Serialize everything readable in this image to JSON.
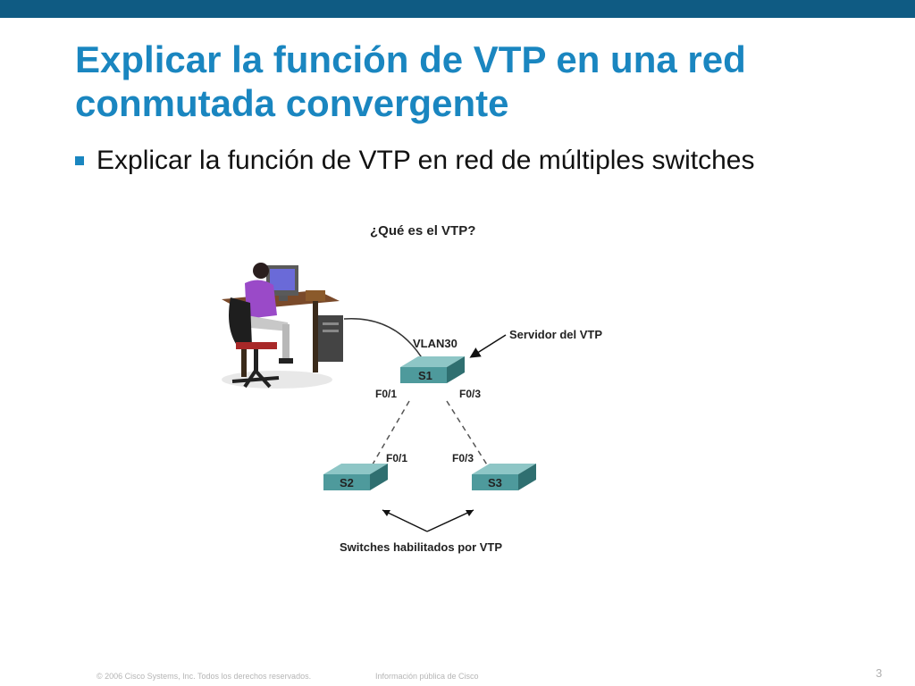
{
  "slide": {
    "title_line1": "Explicar la función de VTP en una red",
    "title_line2": "conmutada convergente",
    "bullet": "Explicar la función de VTP en red de múltiples switches"
  },
  "diagram": {
    "heading": "¿Qué es el VTP?",
    "server_label": "Servidor del VTP",
    "vlan_label": "VLAN30",
    "switches": {
      "s1": "S1",
      "s2": "S2",
      "s3": "S3"
    },
    "ports": {
      "s1_left": "F0/1",
      "s1_right": "F0/3",
      "s2_port": "F0/1",
      "s3_port": "F0/3"
    },
    "caption": "Switches habilitados por VTP"
  },
  "footer": {
    "copyright": "© 2006 Cisco Systems, Inc. Todos los derechos reservados.",
    "classification": "Información pública de Cisco",
    "page_number": "3"
  },
  "colors": {
    "topbar": "#0f5b83",
    "title": "#1a86c0",
    "switch": "#4e9a9c"
  }
}
